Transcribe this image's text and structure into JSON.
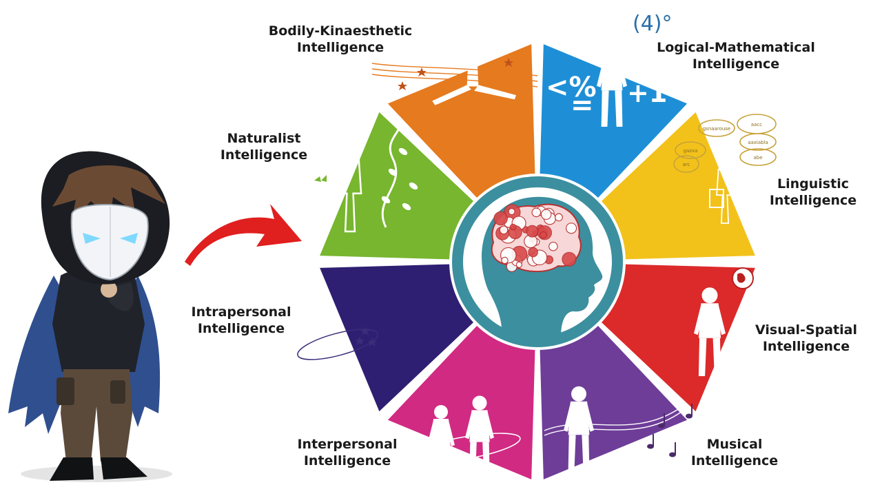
{
  "colors": {
    "background": "#ffffff",
    "arrow": "#e01f1f",
    "ring": "#ffffff",
    "hub_outer": "#3c8f9e",
    "hub_inner": "#ffffff",
    "head": "#3c8f9e",
    "brain": "#d94a4a",
    "figure": "#ffffff",
    "label_text": "#1a1a1a"
  },
  "character": {
    "icon": "hooded-masked-character",
    "hood_color": "#1b1d22",
    "mask_color": "#f2f4f7",
    "eye_color": "#7fd9ff",
    "hair_color": "#6b4a34",
    "cloak_color": "#2f4f8f",
    "pants_color": "#5b4a3a"
  },
  "segments": [
    {
      "id": "logical",
      "line1": "Logical-Mathematical",
      "line2": "Intelligence",
      "color": "#1e8fd6",
      "icon": "math-thinker-icon"
    },
    {
      "id": "linguistic",
      "line1": "Linguistic",
      "line2": "Intelligence",
      "color": "#f2c21b",
      "icon": "speech-bubbles-icon"
    },
    {
      "id": "visual",
      "line1": "Visual-Spatial",
      "line2": "Intelligence",
      "color": "#dc2a2a",
      "icon": "globe-figure-icon"
    },
    {
      "id": "musical",
      "line1": "Musical",
      "line2": "Intelligence",
      "color": "#6e3d98",
      "icon": "guitar-notes-icon"
    },
    {
      "id": "interpersonal",
      "line1": "Interpersonal",
      "line2": "Intelligence",
      "color": "#d12a83",
      "icon": "two-people-icon"
    },
    {
      "id": "intrapersonal",
      "line1": "Intrapersonal",
      "line2": "Intelligence",
      "color": "#2f1f72",
      "icon": "reflecting-person-icon"
    },
    {
      "id": "naturalist",
      "line1": "Naturalist",
      "line2": "Intelligence",
      "color": "#77b62e",
      "icon": "vines-butterfly-icon"
    },
    {
      "id": "bodily",
      "line1": "Bodily-Kinaesthetic",
      "line2": "Intelligence",
      "color": "#e67a1e",
      "icon": "leaping-figure-icon"
    }
  ],
  "math_glyphs": {
    "top": "(4)°",
    "left": "<%",
    "left2": "=",
    "right": "+1"
  },
  "bubbles": [
    "gsnaarouse",
    "aacc",
    "aaxiabla",
    "gazxa",
    "abe",
    "arc"
  ]
}
